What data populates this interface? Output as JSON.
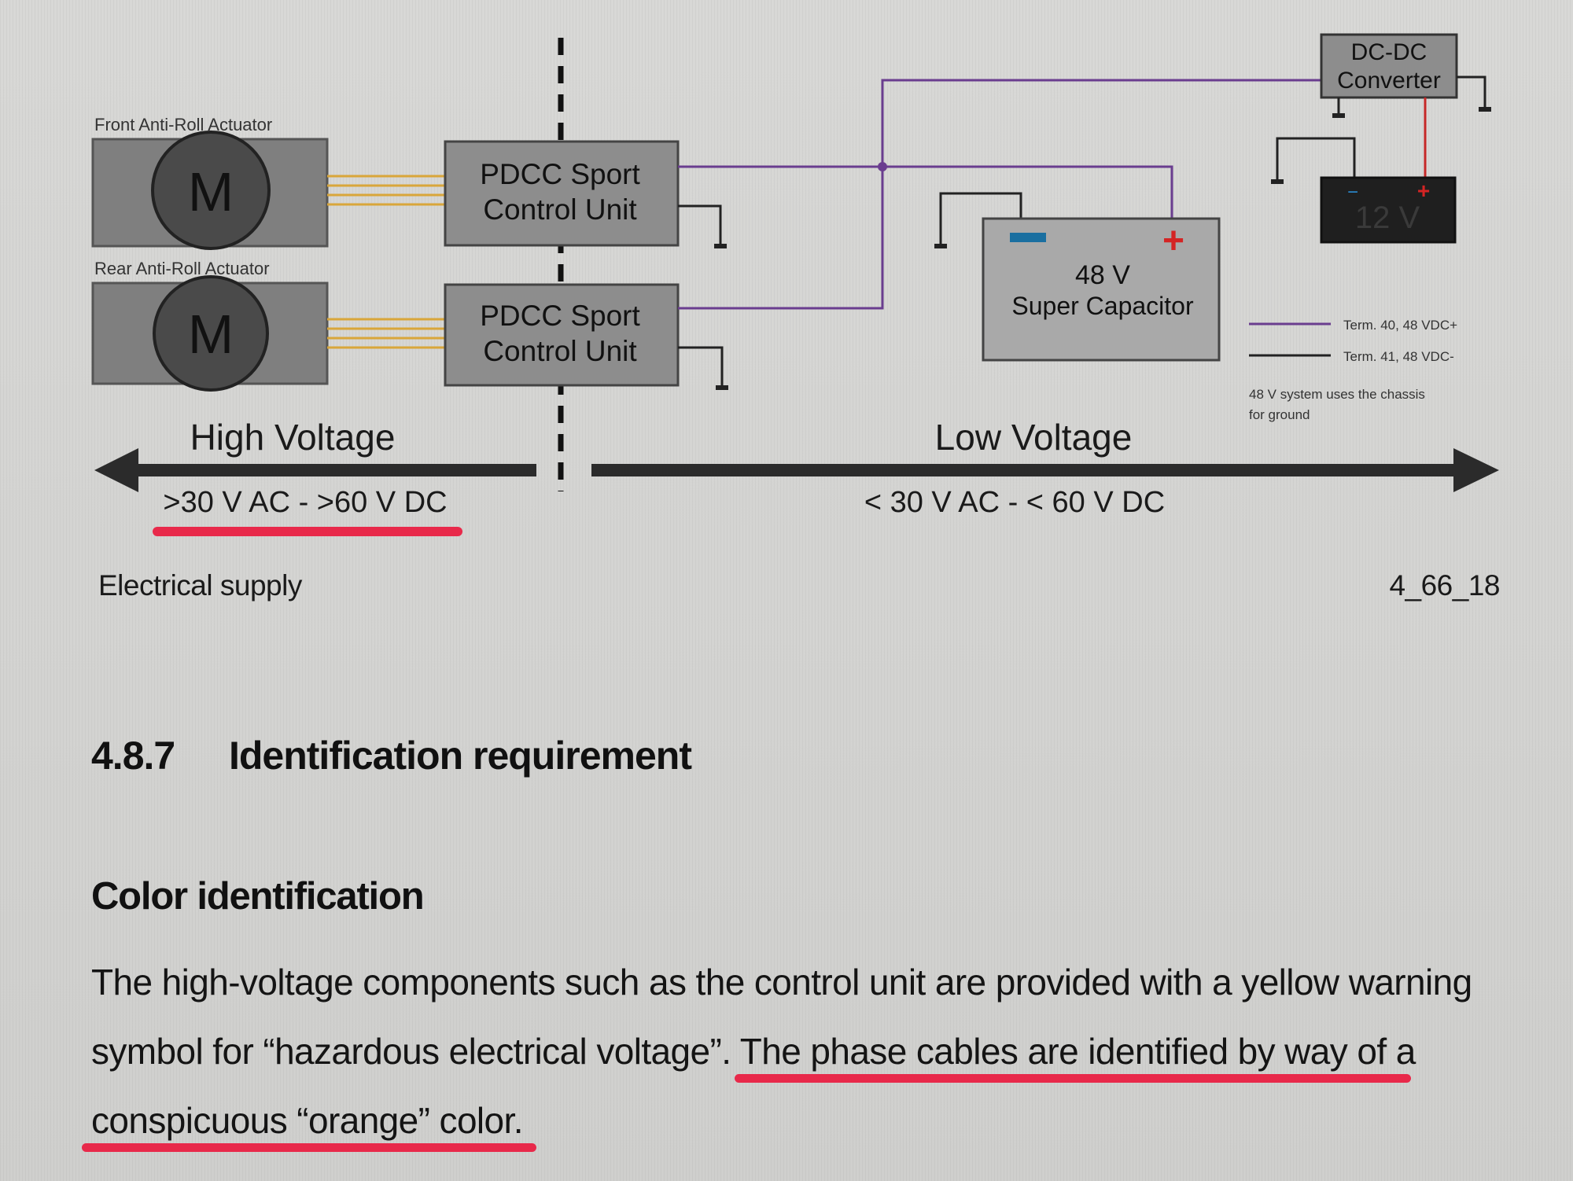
{
  "diagram": {
    "front_actuator_label": "Front Anti-Roll Actuator",
    "rear_actuator_label": "Rear Anti-Roll Actuator",
    "motor_symbol": "M",
    "control_unit_line1": "PDCC Sport",
    "control_unit_line2": "Control Unit",
    "capacitor_line1": "48 V",
    "capacitor_line2": "Super Capacitor",
    "converter_line1": "DC-DC",
    "converter_line2": "Converter",
    "battery_label": "12 V",
    "plus_symbol": "+",
    "minus_symbol": "−",
    "legend_term40": "Term. 40, 48 VDC+",
    "legend_term41": "Term. 41, 48 VDC-",
    "legend_note_line1": "48 V system uses the chassis",
    "legend_note_line2": "for ground",
    "high_voltage_label": "High Voltage",
    "high_voltage_range": ">30 V AC - >60 V DC",
    "low_voltage_label": "Low Voltage",
    "low_voltage_range": "< 30 V AC - < 60 V DC",
    "colors": {
      "wire_purple": "#6a3d8f",
      "wire_orange": "#d9a63a",
      "highlight_red": "#e8294a",
      "box_gray": "#8d8d8d",
      "box_dark": "#1f1f1f"
    }
  },
  "caption": {
    "left": "Electrical supply",
    "right": "4_66_18"
  },
  "section": {
    "number": "4.8.7",
    "title": "Identification requirement"
  },
  "subsection": {
    "title": "Color identification"
  },
  "paragraph": {
    "part1": "The high-voltage components such as the control unit are provided with a yellow warning symbol for “hazardous electrical voltage”. ",
    "part2": "The phase cables are identified by way of a conspicuous “orange” color."
  }
}
